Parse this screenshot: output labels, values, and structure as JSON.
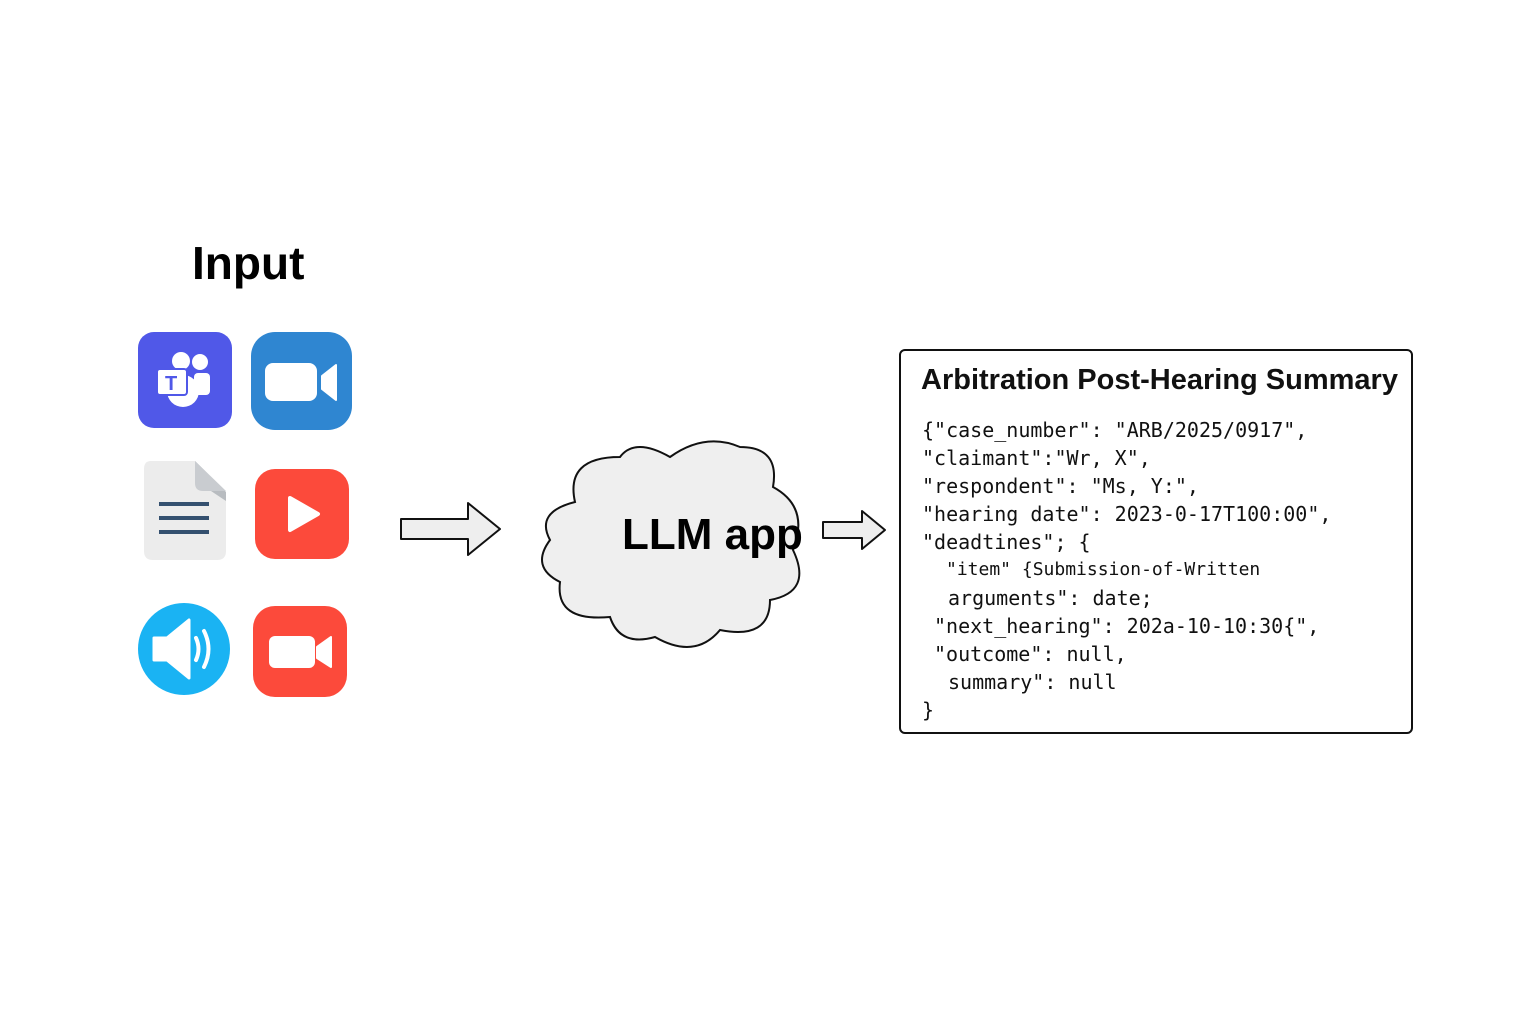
{
  "input": {
    "title": "Input",
    "icons": [
      "teams-icon",
      "zoom-icon",
      "document-icon",
      "video-play-icon",
      "audio-speaker-icon",
      "video-camera-icon"
    ]
  },
  "process": {
    "label": "LLM app"
  },
  "output": {
    "title": "Arbitration Post-Hearing Summary",
    "lines": [
      "{\"case_number\": \"ARB/2025/0917\",",
      "\"claimant\":\"Wr, X\",",
      "\"respondent\": \"Ms, Y:\",",
      "\"hearing date\": 2023-0-17T100:00\",",
      "\"deadtines\"; {",
      "\"item\" {Submission-of-Written",
      "arguments\": date;",
      "\"next_hearing\": 202a-10-10:30{\",",
      "\"outcome\": null,",
      "summary\": null",
      "}"
    ]
  },
  "colors": {
    "teams": "#5058e8",
    "zoom": "#2f86d1",
    "red": "#fc4a3b",
    "speaker": "#1ab3f3",
    "cloud": "#efefef"
  }
}
